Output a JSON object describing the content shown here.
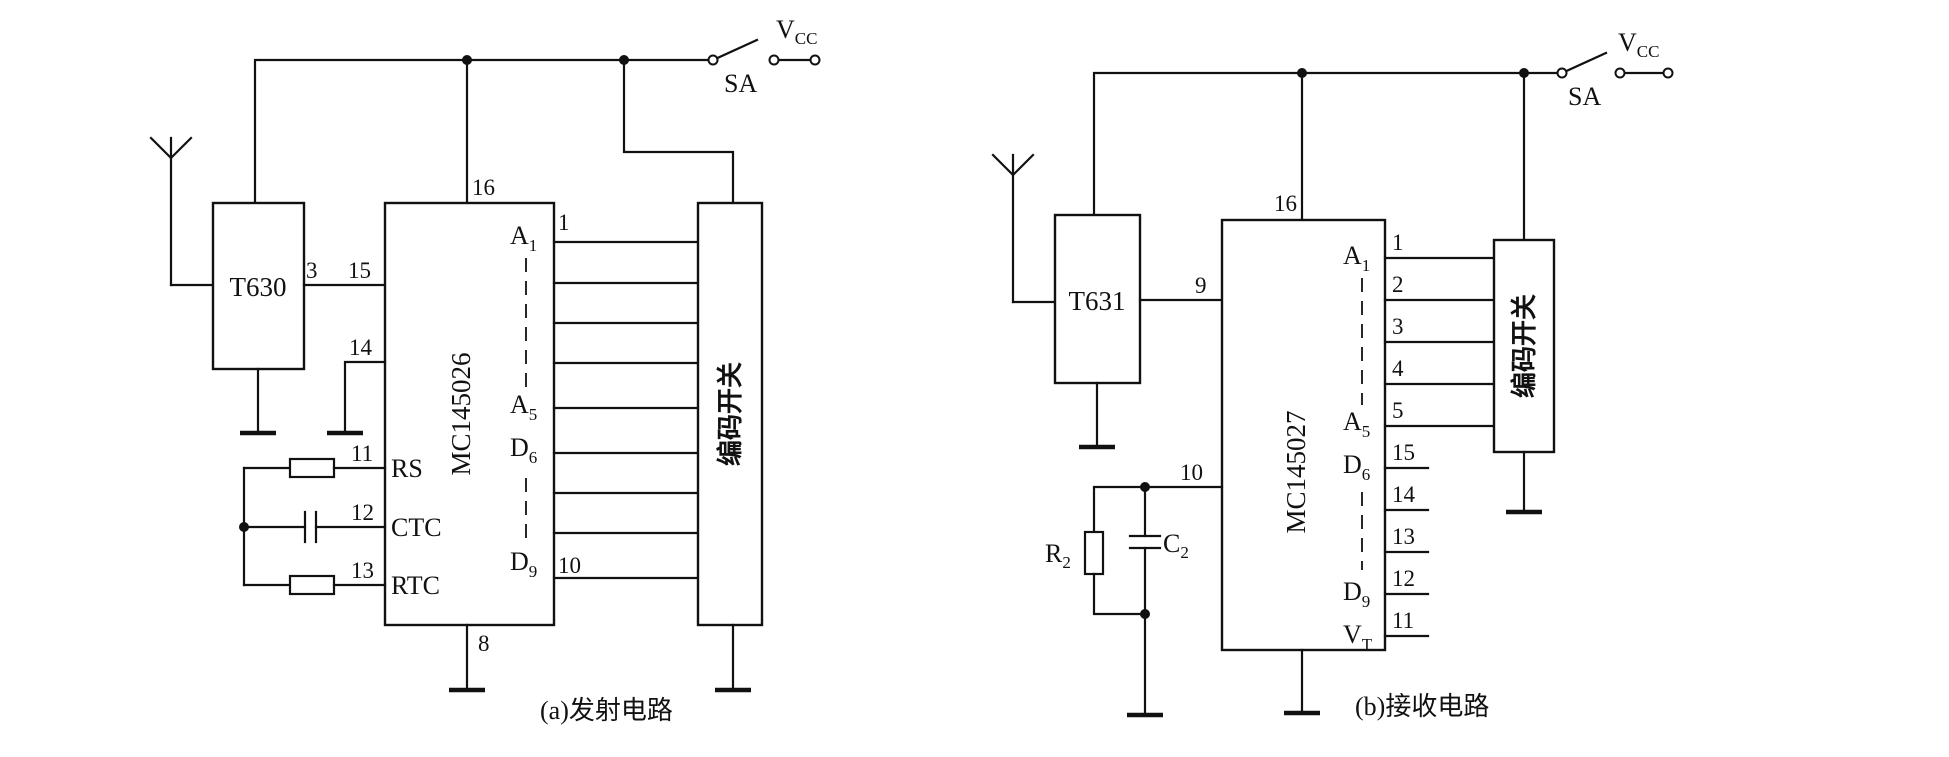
{
  "circuits": [
    {
      "id": "a",
      "caption": "(a)发射电路",
      "module": "T630",
      "ic": "MC145026",
      "encoder": "编码开关",
      "switch": "SA",
      "vcc": "V",
      "vcc_sub": "CC",
      "module_pin": "3",
      "ic_pins": {
        "in": "15",
        "vdd": "16",
        "gnd_pin": "14",
        "rs": "11",
        "ctc": "12",
        "rtc": "13",
        "vss": "8",
        "a1": "1",
        "d9": "10"
      },
      "ic_labels": {
        "rs": "RS",
        "ctc": "CTC",
        "rtc": "RTC",
        "a1": "A",
        "a1_sub": "1",
        "a5": "A",
        "a5_sub": "5",
        "d6": "D",
        "d6_sub": "6",
        "d9": "D",
        "d9_sub": "9"
      }
    },
    {
      "id": "b",
      "caption": "(b)接收电路",
      "module": "T631",
      "ic": "MC145027",
      "encoder": "编码开关",
      "switch": "SA",
      "vcc": "V",
      "vcc_sub": "CC",
      "module_pin": "9",
      "ic_pins": {
        "vdd": "16",
        "rc": "10",
        "a1": "1",
        "a2": "2",
        "a3": "3",
        "a4": "4",
        "a5": "5",
        "d6": "15",
        "d7": "14",
        "d8": "13",
        "d9": "12",
        "vt": "11"
      },
      "ic_labels": {
        "a1": "A",
        "a1_sub": "1",
        "a5": "A",
        "a5_sub": "5",
        "d6": "D",
        "d6_sub": "6",
        "d9": "D",
        "d9_sub": "9",
        "vt": "V",
        "vt_sub": "T"
      },
      "r_label": "R",
      "r_sub": "2",
      "c_label": "C",
      "c_sub": "2"
    }
  ]
}
